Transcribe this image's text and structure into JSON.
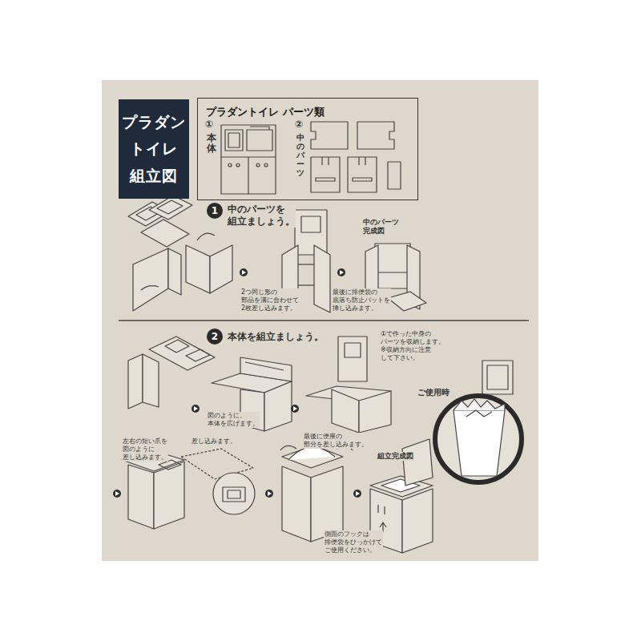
{
  "diagram": {
    "nodes": [
      {
        "text": [
          "プラダン トイレ 組立図"
        ]
      },
      {
        "text": [
          "プラダントイレ パーツ類"
        ]
      },
      {
        "text": [
          "1"
        ]
      },
      {
        "text": [
          "2"
        ]
      }
    ],
    "labels": [
      "①",
      "本体",
      "②",
      "中のパーツ",
      "中のパーツを 組立ましょう。",
      "2つ同じ形の 部品を溝に合わせて 2枚差し込みます。",
      "中のパーツ 完成図",
      "最後に排便袋の 底落ち防止パットを 挿し込みます。",
      "本体を組立ましょう。",
      "①で作った中身の パーツを収納します。 ※収納方向に注意 して下さい。",
      "図のように、 本体を広げます。",
      "ご使用時",
      "左右の短い爪を 図のように 差し込みます。",
      "差し込みます。",
      "最後に便座の 部分を差し込みます。",
      "組立完成図",
      "側面のフックは 排便袋をひっかけて ご使用ください。"
    ]
  }
}
